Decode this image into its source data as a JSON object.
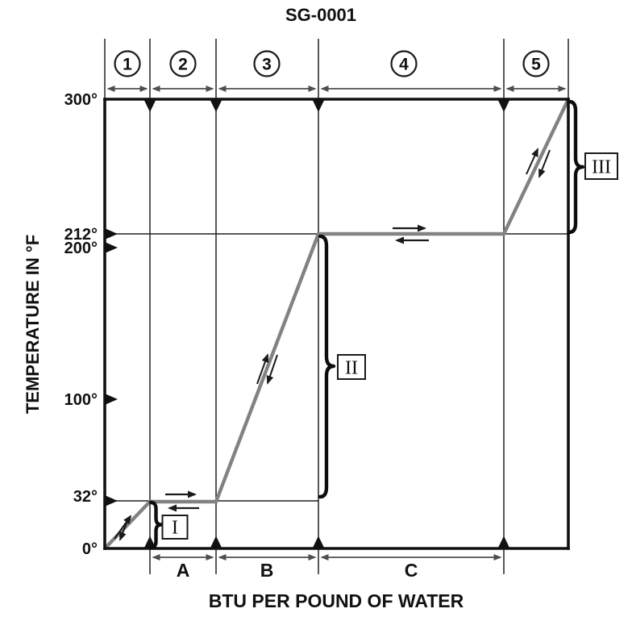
{
  "title": "SG-0001",
  "y_axis": {
    "label": "TEMPERATURE IN °F",
    "ticks": [
      {
        "label": "300°"
      },
      {
        "label": "212°"
      },
      {
        "label": "200°"
      },
      {
        "label": "100°"
      },
      {
        "label": "32°"
      },
      {
        "label": "0°"
      }
    ]
  },
  "x_axis": {
    "label": "BTU PER POUND OF WATER",
    "spans": [
      {
        "label": "A"
      },
      {
        "label": "B"
      },
      {
        "label": "C"
      }
    ]
  },
  "top_regions": [
    {
      "label": "1"
    },
    {
      "label": "2"
    },
    {
      "label": "3"
    },
    {
      "label": "4"
    },
    {
      "label": "5"
    }
  ],
  "braces": [
    {
      "label": "I"
    },
    {
      "label": "II"
    },
    {
      "label": "III"
    }
  ],
  "colors": {
    "curve_gray": "#828282",
    "line_black": "#111111",
    "dim_arrow_gray": "#4f4f4f"
  },
  "chart_data": {
    "type": "line",
    "title": "SG-0001",
    "xlabel": "BTU PER POUND OF WATER",
    "ylabel": "TEMPERATURE IN °F",
    "ylim": [
      0,
      300
    ],
    "y_tick_values": [
      0,
      32,
      100,
      200,
      212,
      300
    ],
    "x_axis_numeric": false,
    "grid": false,
    "legend": false,
    "line_color": "#828282",
    "curve_points": [
      {
        "x_fraction_of_axis": 0.0,
        "temperature_f": 0
      },
      {
        "x_fraction_of_axis": 0.097,
        "temperature_f": 32
      },
      {
        "x_fraction_of_axis": 0.24,
        "temperature_f": 32
      },
      {
        "x_fraction_of_axis": 0.461,
        "temperature_f": 212
      },
      {
        "x_fraction_of_axis": 0.861,
        "temperature_f": 212
      },
      {
        "x_fraction_of_axis": 1.0,
        "temperature_f": 300
      }
    ],
    "top_region_markers": [
      "1",
      "2",
      "3",
      "4",
      "5"
    ],
    "bottom_span_markers": [
      "A",
      "B",
      "C"
    ],
    "brace_markers": [
      {
        "label": "I",
        "from_f": 0,
        "to_f": 32
      },
      {
        "label": "II",
        "from_f": 32,
        "to_f": 212
      },
      {
        "label": "III",
        "from_f": 212,
        "to_f": 300
      }
    ],
    "double_headed_reversible_arrows": true
  }
}
